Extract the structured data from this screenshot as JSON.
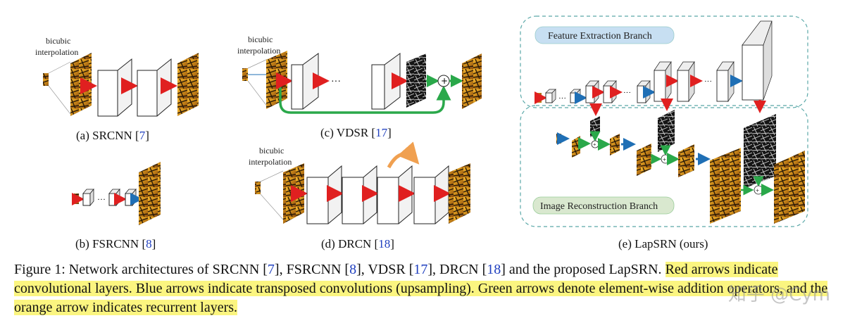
{
  "subfigures": {
    "a": {
      "label": "(a) SRCNN [",
      "ref": "7",
      "end": "]",
      "annotation": [
        "bicubic",
        "interpolation"
      ]
    },
    "b": {
      "label": "(b) FSRCNN [",
      "ref": "8",
      "end": "]"
    },
    "c": {
      "label": "(c) VDSR [",
      "ref": "17",
      "end": "]",
      "annotation": [
        "bicubic",
        "interpolation"
      ]
    },
    "d": {
      "label": "(d) DRCN [",
      "ref": "18",
      "end": "]",
      "annotation": [
        "bicubic",
        "interpolation"
      ]
    },
    "e": {
      "label": "(e) LapSRN (ours)",
      "feature_branch": "Feature Extraction Branch",
      "recon_branch": "Image Reconstruction Branch"
    }
  },
  "caption": {
    "p1": "Figure 1: Network architectures of SRCNN [",
    "r1": "7",
    "p2": "], FSRCNN [",
    "r2": "8",
    "p3": "], VDSR [",
    "r3": "17",
    "p4": "], DRCN [",
    "r4": "18",
    "p5": "] and the proposed LapSRN. ",
    "hl1": "Red arrows indicate convolutional layers.  Blue arrows indicate transposed convolutions (upsampling).  Green arrows denote element-wise addition operators, and the orange arrow indicates recurrent layers."
  },
  "watermark": "知乎 @Cym",
  "colors": {
    "conv_arrow": "#e02020",
    "upsample_arrow": "#1f6fb5",
    "add_arrow": "#2aa84a",
    "recurrent_arrow": "#f0a050",
    "highlight": "#fbf580",
    "ref_link": "#1f3fbf"
  }
}
